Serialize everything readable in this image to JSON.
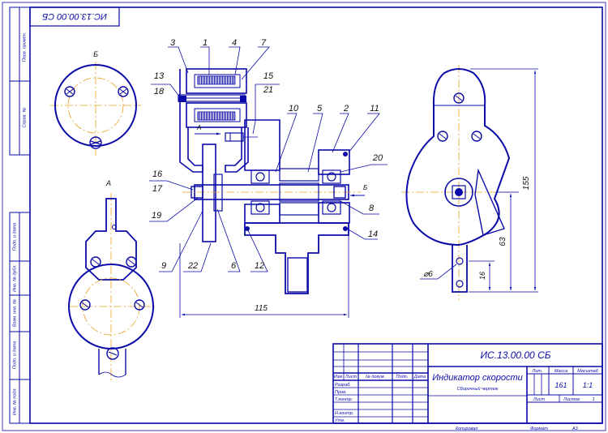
{
  "frame": {
    "stamp_top": "ИС.13.00.00 СБ",
    "side_labels": [
      "Перв. примен.",
      "Справ. №",
      "Подп. и дата",
      "Инв. № дубл.",
      "Взам. инв. №",
      "Подп. и дата",
      "Инв. № подл."
    ]
  },
  "views": {
    "view_b_label": "Б",
    "view_a_label": "А",
    "arrow_a_label": "А",
    "arrow_b_label": "Б"
  },
  "callouts": {
    "top": [
      "3",
      "1",
      "4",
      "7"
    ],
    "left_upper": [
      "13",
      "18"
    ],
    "right_upper": [
      "15",
      "21"
    ],
    "mid_upper": [
      "10",
      "5",
      "2",
      "11"
    ],
    "right_mid": [
      "20",
      "8",
      "14"
    ],
    "left_mid": [
      "16",
      "17",
      "19"
    ],
    "bottom": [
      "9",
      "22",
      "6",
      "12"
    ]
  },
  "dimensions": {
    "overall_length": "115",
    "height": "155",
    "axis_height": "63",
    "hole_dia": "⌀6",
    "tab": "16"
  },
  "title_block": {
    "designation": "ИС.13.00.00 СБ",
    "name": "Индикатор скорости",
    "doc_type": "Сборочный чертеж",
    "col_lit": "Лит.",
    "col_mass": "Масса",
    "col_scale": "Масштаб",
    "mass": "161",
    "scale": "1:1",
    "sheet_label": "Лист",
    "sheets_label": "Листов",
    "sheets_value": "1",
    "rev_cols": [
      "Изм",
      "Лист",
      "№ докум.",
      "Подп.",
      "Дата"
    ],
    "roles": [
      "Разраб.",
      "Пров.",
      "Т.контр.",
      "Н.контр.",
      "Утв."
    ],
    "copied": "Копировал",
    "format_label": "Формат",
    "format_value": "А3"
  }
}
